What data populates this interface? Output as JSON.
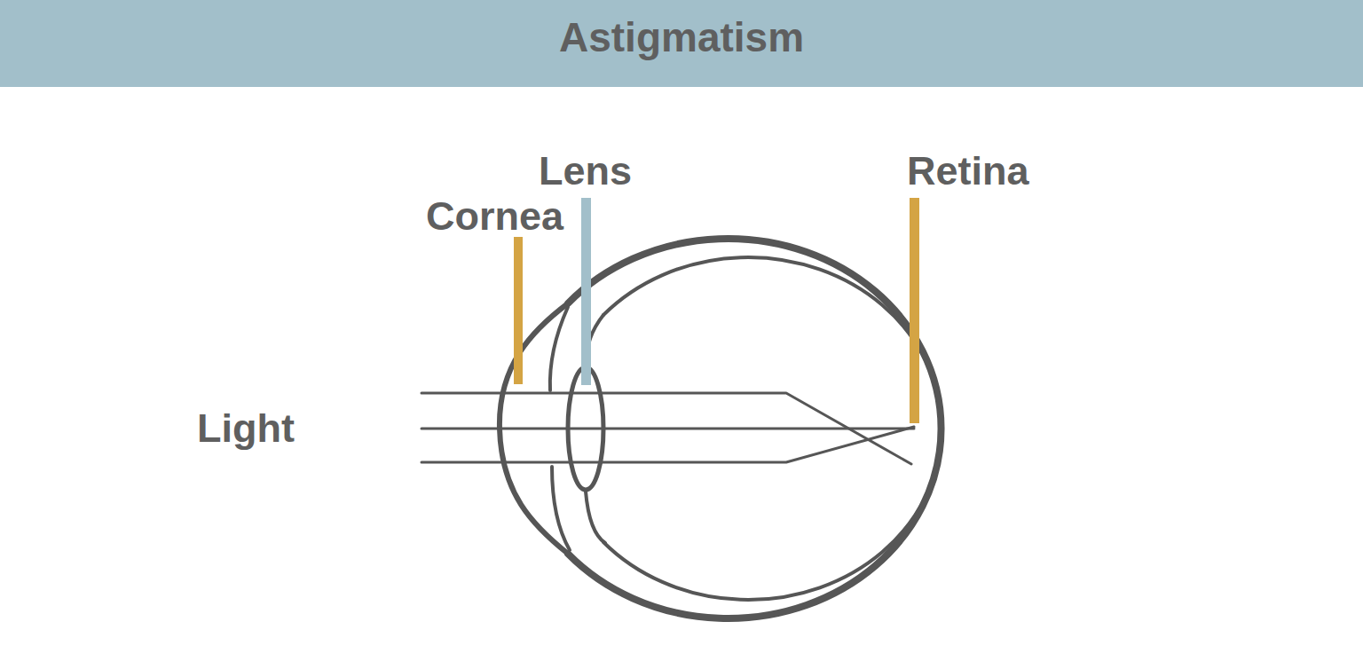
{
  "diagram": {
    "title": "Astigmatism",
    "labels": [
      "Lens",
      "Cornea",
      "Retina",
      "Light"
    ]
  }
}
